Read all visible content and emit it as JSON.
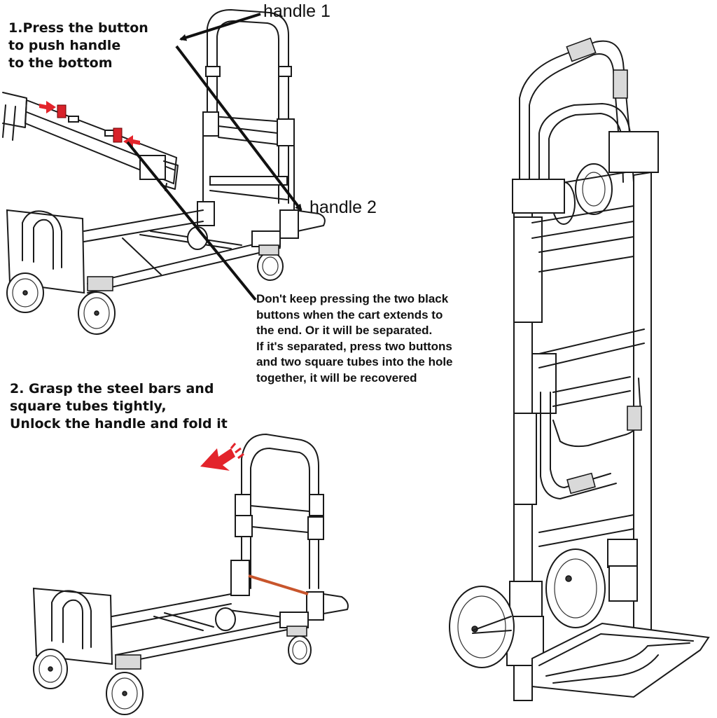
{
  "steps": [
    {
      "text": "1.Press the button\n  to push handle\n  to the bottom"
    },
    {
      "text": "2. Grasp the steel bars and\n    square tubes tightly,\n    Unlock the handle and fold it"
    }
  ],
  "labels": {
    "handle1": "handle 1",
    "handle2": "handle 2"
  },
  "note": {
    "text": "Don't keep pressing the two black\n buttons when the cart extends to\nthe end. Or it will be separated.\nIf it's separated, press two buttons\nand two square tubes into the hole\ntogether, it will be recovered"
  },
  "colors": {
    "highlight_red": "#e3242b",
    "steel_bar_orange": "#c8552c",
    "line_black": "#1a1a1a"
  },
  "icons": [
    "red-button-icon",
    "red-arrow-icon",
    "fold-direction-arrow-icon",
    "motion-lines-icon"
  ]
}
